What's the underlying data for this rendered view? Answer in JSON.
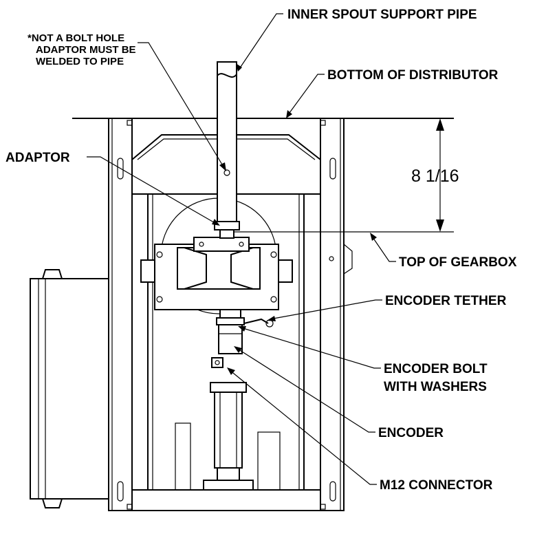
{
  "labels": {
    "inner_spout_support_pipe": "INNER SPOUT SUPPORT PIPE",
    "note_line1": "*NOT A BOLT HOLE",
    "note_line2": "ADAPTOR MUST BE",
    "note_line3": "WELDED TO PIPE",
    "bottom_of_distributor": "BOTTOM OF DISTRIBUTOR",
    "adaptor": "ADAPTOR",
    "dimension": "8 1/16",
    "top_of_gearbox": "TOP OF GEARBOX",
    "encoder_tether": "ENCODER TETHER",
    "encoder_bolt_line1": "ENCODER BOLT",
    "encoder_bolt_line2": "WITH WASHERS",
    "encoder": "ENCODER",
    "m12_connector": "M12 CONNECTOR"
  },
  "colors": {
    "line": "#000000",
    "background": "#ffffff"
  }
}
